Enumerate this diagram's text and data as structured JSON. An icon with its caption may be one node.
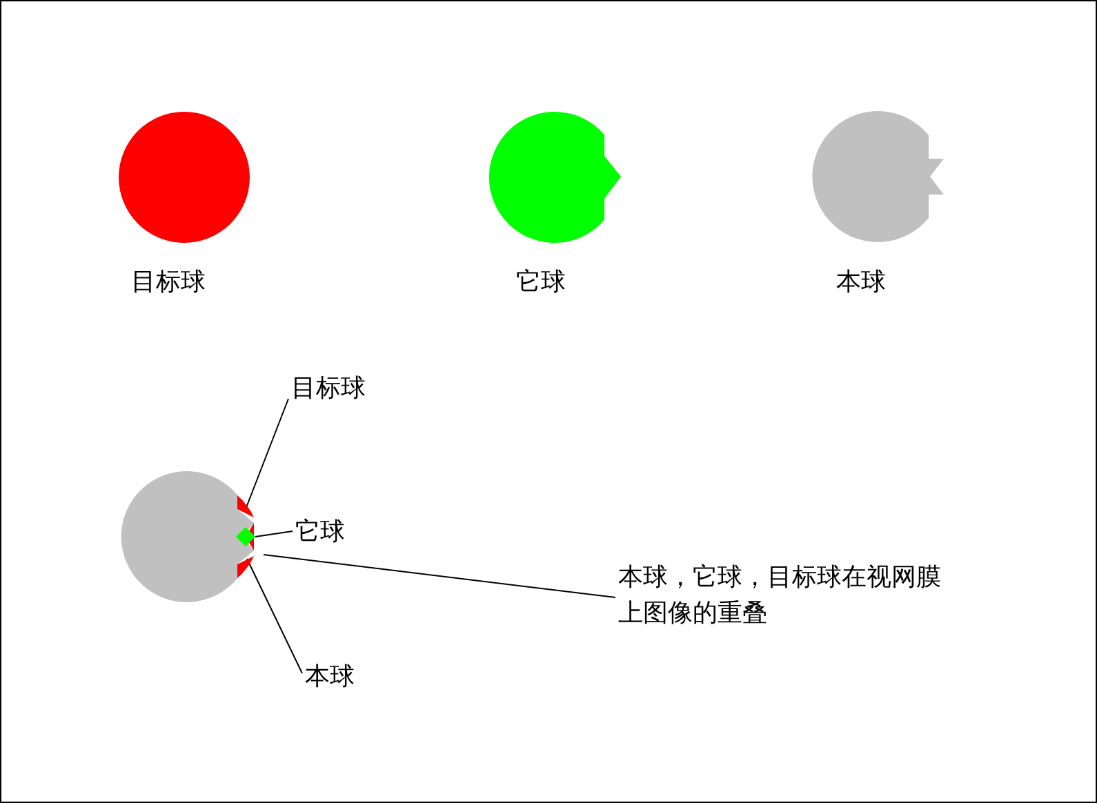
{
  "diagram": {
    "nodes": [
      {
        "text": [
          "目标球"
        ]
      },
      {
        "text": [
          "它球"
        ]
      },
      {
        "text": [
          "本球"
        ]
      },
      {
        "text": [],
        "shape": "circle"
      },
      {
        "text": [],
        "shape": "box",
        "in": 3
      },
      {
        "text": [],
        "shape": "diamond",
        "in": 4
      },
      {
        "text": [
          "目标球"
        ]
      },
      {
        "text": [
          "它球"
        ]
      },
      {
        "text": [
          "本球"
        ]
      },
      {
        "text": [
          "本球，它球，目标球在视网膜上图像的重叠"
        ]
      }
    ],
    "edges": [
      {
        "from": 6,
        "to": 4,
        "arrow": "none"
      },
      {
        "from": 7,
        "to": 5,
        "arrow": "none"
      },
      {
        "from": 8,
        "to": 3,
        "arrow": "none"
      },
      {
        "from": 9,
        "to": 4,
        "arrow": "none"
      }
    ]
  }
}
